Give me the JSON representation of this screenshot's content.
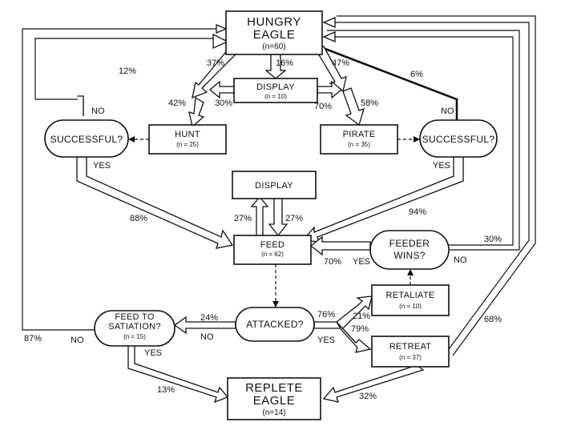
{
  "nodes": {
    "hungry_eagle": {
      "title1": "HUNGRY",
      "title2": "EAGLE",
      "n": "(n=60)"
    },
    "display_top": {
      "title": "DISPLAY",
      "n": "(n = 10)"
    },
    "hunt": {
      "title": "HUNT",
      "n": "(n = 25)"
    },
    "pirate": {
      "title": "PIRATE",
      "n": "(n = 35)"
    },
    "successful_left": {
      "title": "SUCCESSFUL?"
    },
    "successful_right": {
      "title": "SUCCESSFUL?"
    },
    "display_mid": {
      "title": "DISPLAY"
    },
    "feed": {
      "title": "FEED",
      "n": "(n = 62)"
    },
    "feeder_wins": {
      "title1": "FEEDER",
      "title2": "WINS?"
    },
    "attacked": {
      "title": "ATTACKED?"
    },
    "feed_to_satiation": {
      "title1": "FEED TO",
      "title2": "SATIATION?",
      "n": "(n = 15)"
    },
    "retaliate": {
      "title": "RETALIATE",
      "n": "(n = 10)"
    },
    "retreat": {
      "title": "RETREAT",
      "n": "(n = 37)"
    },
    "replete_eagle": {
      "title1": "REPLETE",
      "title2": "EAGLE",
      "n": "(n=14)"
    }
  },
  "percents": {
    "p37": "37%",
    "p16": "16%",
    "p47": "47%",
    "p12": "12%",
    "p6": "6%",
    "p42": "42%",
    "p30": "30%",
    "p70a": "70%",
    "p58": "58%",
    "p88": "88%",
    "p94": "94%",
    "p27a": "27%",
    "p27b": "27%",
    "p30b": "30%",
    "p70b": "70%",
    "p24": "24%",
    "p76": "76%",
    "p21": "21%",
    "p79": "79%",
    "p87": "87%",
    "p68": "68%",
    "p13": "13%",
    "p32": "32%"
  },
  "decisions": {
    "no_left": "NO",
    "yes_left": "YES",
    "no_right": "NO",
    "yes_right": "YES",
    "yes_feeder": "YES",
    "no_feeder": "NO",
    "no_attacked": "NO",
    "yes_attacked": "YES",
    "no_satiation": "NO",
    "yes_satiation": "YES"
  }
}
